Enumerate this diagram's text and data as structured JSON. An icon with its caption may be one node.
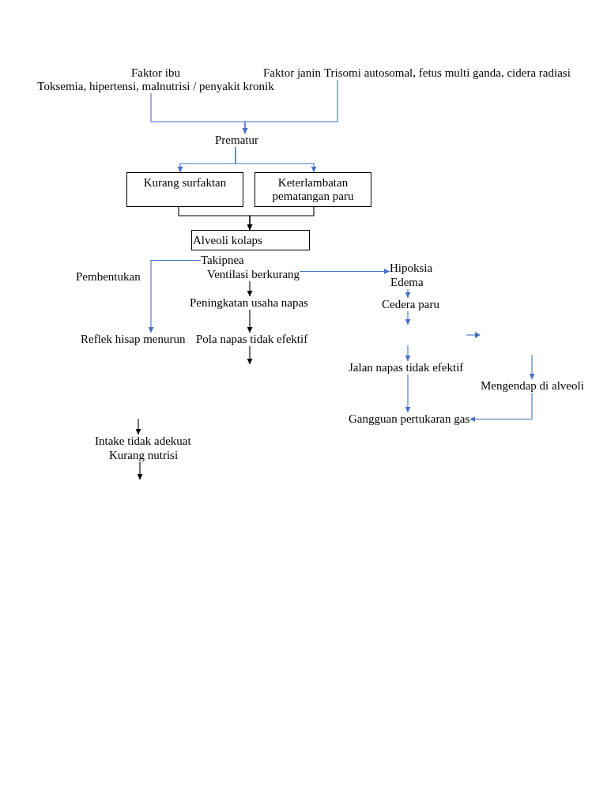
{
  "diagram": {
    "nodes": [
      {
        "text": [
          "Faktor ibu",
          "Toksemia, hipertensi, malnutrisi / penyakit kronik"
        ]
      },
      {
        "text": [
          "Faktor janin",
          "Trisomi autosomal, fetus multi ganda, cidera radiasi"
        ]
      },
      {
        "text": [
          "Prematur"
        ]
      },
      {
        "text": [
          "Kurang surfaktan"
        ]
      },
      {
        "text": [
          "Keterlambatan pematangan paru"
        ]
      },
      {
        "text": [
          "Alveoli kolaps"
        ]
      },
      {
        "text": [
          "Takipnea"
        ]
      },
      {
        "text": [
          "Ventilasi berkurang"
        ]
      },
      {
        "text": [
          "Hipoksia"
        ]
      },
      {
        "text": [
          "Edema"
        ]
      },
      {
        "text": [
          "Peningkatan usaha napas"
        ]
      },
      {
        "text": [
          "Cedera paru"
        ]
      },
      {
        "text": [
          "Reflek hisap menurun"
        ]
      },
      {
        "text": [
          "Pola napas tidak efektif"
        ]
      },
      {
        "text": [
          "Jalan napas tidak efektif"
        ]
      },
      {
        "text": [
          "Mengendap di alveoli"
        ]
      },
      {
        "text": [
          "Gangguan pertukaran gas"
        ]
      },
      {
        "text": [
          "Intake tidak adekuat"
        ]
      },
      {
        "text": [
          "Kurang nutrisi"
        ]
      }
    ],
    "edges": [
      {
        "from": 0,
        "to": 2,
        "arrow": "to"
      },
      {
        "from": 1,
        "to": 2,
        "arrow": "to"
      },
      {
        "from": 2,
        "to": 3,
        "arrow": "to"
      },
      {
        "from": 2,
        "to": 4,
        "arrow": "to"
      },
      {
        "from": 3,
        "to": 5,
        "arrow": "to",
        "color": "#000000"
      },
      {
        "from": 4,
        "to": 5,
        "arrow": "to",
        "color": "#000000"
      },
      {
        "from": 6,
        "to": 12,
        "arrow": "to"
      },
      {
        "from": 7,
        "to": 8,
        "arrow": "to"
      },
      {
        "from": 7,
        "to": 10,
        "arrow": "to",
        "color": "#000000"
      },
      {
        "from": 10,
        "to": 13,
        "arrow": "to",
        "color": "#000000"
      },
      {
        "from": 13,
        "to": null,
        "arrow": "to",
        "color": "#000000"
      },
      {
        "from": 9,
        "to": 11,
        "arrow": "to"
      },
      {
        "from": 11,
        "to": null,
        "arrow": "to"
      },
      {
        "from": null,
        "to": 14,
        "arrow": "to"
      },
      {
        "from": null,
        "to": 15,
        "arrow": "to"
      },
      {
        "from": 14,
        "to": 16,
        "arrow": "to"
      },
      {
        "from": 15,
        "to": 16,
        "arrow": "to"
      },
      {
        "from": null,
        "to": 17,
        "arrow": "to",
        "color": "#000000"
      },
      {
        "from": 18,
        "to": null,
        "arrow": "to",
        "color": "#000000"
      }
    ],
    "labels": [
      "Pembentukan"
    ]
  }
}
